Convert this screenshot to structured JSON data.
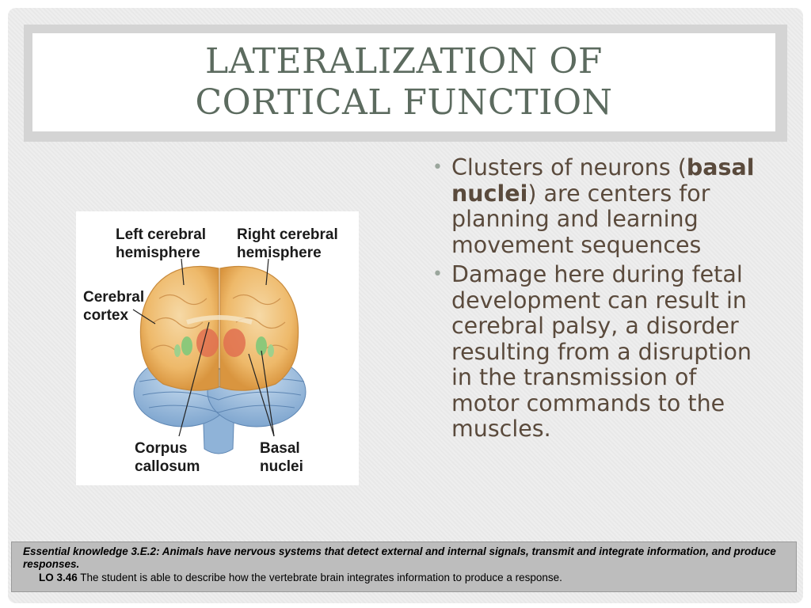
{
  "title": "LATERALIZATION OF CORTICAL FUNCTION",
  "figure": {
    "labels": {
      "left_hemisphere": "Left cerebral\nhemisphere",
      "right_hemisphere": "Right cerebral\nhemisphere",
      "cortex": "Cerebral\ncortex",
      "corpus_callosum": "Corpus\ncallosum",
      "basal_nuclei": "Basal\nnuclei"
    }
  },
  "bullets": [
    {
      "before": "Clusters of neurons (",
      "bold": "basal nuclei",
      "after": ") are centers for planning and learning movement sequences"
    },
    {
      "text": "Damage here during fetal development can result in cerebral palsy, a disorder resulting from a disruption in the transmission of motor commands to the muscles."
    }
  ],
  "footer": {
    "essential_knowledge": "Essential knowledge 3.E.2: Animals have nervous systems that detect external and internal signals, transmit and integrate information, and produce responses.",
    "lo_code": "LO 3.46",
    "lo_text": " The student is able to describe how the vertebrate brain integrates information to produce a response."
  },
  "colors": {
    "title": "#5c6b5f",
    "body_text": "#5a4a3c",
    "bullet": "#9aa69c",
    "footer_bg": "#bdbdbd"
  }
}
